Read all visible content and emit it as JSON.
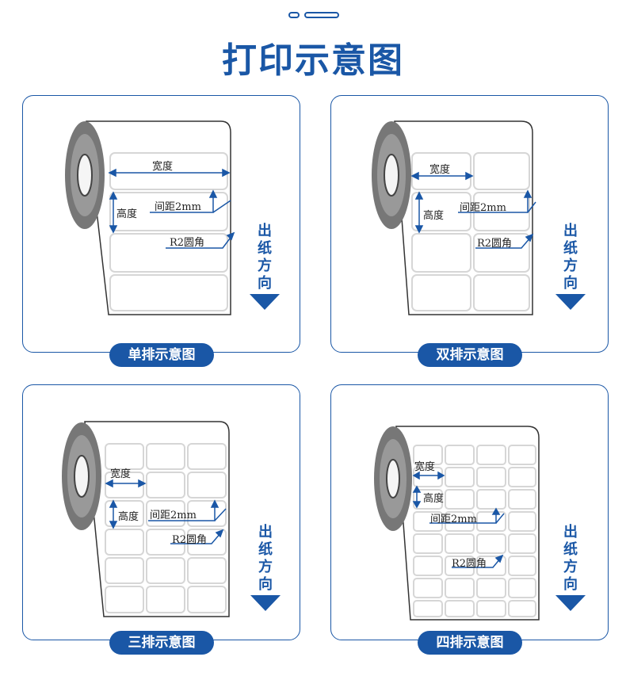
{
  "title": "打印示意图",
  "panels": [
    {
      "caption": "单排示意图",
      "width_label": "宽度",
      "height_label": "高度",
      "gap_label": "间距2mm",
      "radius_label": "R2圆角",
      "direction": "出纸方向"
    },
    {
      "caption": "双排示意图",
      "width_label": "宽度",
      "height_label": "高度",
      "gap_label": "间距2mm",
      "radius_label": "R2圆角",
      "direction": "出纸方向"
    },
    {
      "caption": "三排示意图",
      "width_label": "宽度",
      "height_label": "高度",
      "gap_label": "间距2mm",
      "radius_label": "R2圆角",
      "direction": "出纸方向"
    },
    {
      "caption": "四排示意图",
      "width_label": "宽度",
      "height_label": "高度",
      "gap_label": "间距2mm",
      "radius_label": "R2圆角",
      "direction": "出纸方向"
    }
  ],
  "colors": {
    "accent": "#1a57a6",
    "label_border": "#d8d8d8",
    "core": "#4a4a4a"
  }
}
